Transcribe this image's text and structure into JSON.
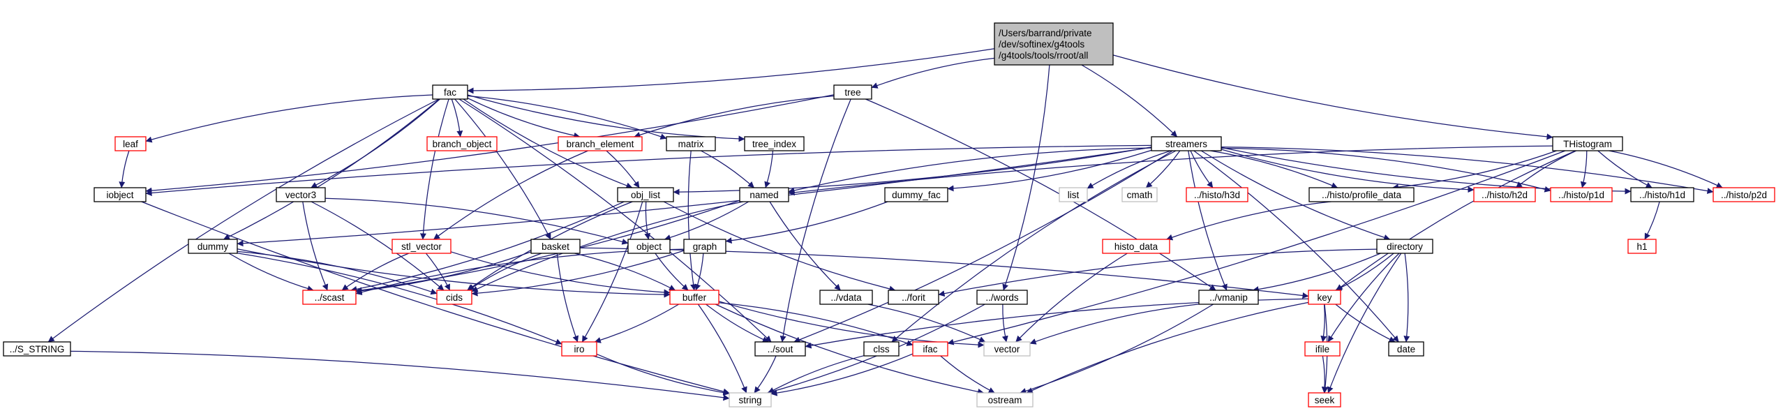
{
  "colors": {
    "edge": "#191970",
    "root_fill": "#bfbfbf",
    "documented": "#000000",
    "undocumented": "#ff0000",
    "external": "#bfbfbf"
  },
  "nodes": [
    {
      "id": "rootirall",
      "lines": [
        "/Users/barrand/private",
        "/dev/softinex/g4tools",
        "/g4tools/tools/rroot/all"
      ],
      "style": "root"
    },
    {
      "id": "fac",
      "lines": [
        "fac"
      ],
      "style": "documented"
    },
    {
      "id": "tree",
      "lines": [
        "tree"
      ],
      "style": "documented"
    },
    {
      "id": "streamers",
      "lines": [
        "streamers"
      ],
      "style": "documented"
    },
    {
      "id": "thistogram",
      "lines": [
        "THistogram"
      ],
      "style": "documented"
    },
    {
      "id": "leaf",
      "lines": [
        "leaf"
      ],
      "style": "undocumented"
    },
    {
      "id": "branch_object",
      "lines": [
        "branch_object"
      ],
      "style": "undocumented"
    },
    {
      "id": "branch_element",
      "lines": [
        "branch_element"
      ],
      "style": "undocumented"
    },
    {
      "id": "matrix",
      "lines": [
        "matrix"
      ],
      "style": "documented"
    },
    {
      "id": "tree_index",
      "lines": [
        "tree_index"
      ],
      "style": "documented"
    },
    {
      "id": "iobject",
      "lines": [
        "iobject"
      ],
      "style": "documented"
    },
    {
      "id": "vector3",
      "lines": [
        "vector3"
      ],
      "style": "documented"
    },
    {
      "id": "obj_list",
      "lines": [
        "obj_list"
      ],
      "style": "documented"
    },
    {
      "id": "named",
      "lines": [
        "named"
      ],
      "style": "documented"
    },
    {
      "id": "dummy_fac",
      "lines": [
        "dummy_fac"
      ],
      "style": "documented"
    },
    {
      "id": "list",
      "lines": [
        "list"
      ],
      "style": "external"
    },
    {
      "id": "cmath",
      "lines": [
        "cmath"
      ],
      "style": "external"
    },
    {
      "id": "h3d",
      "lines": [
        "../histo/h3d"
      ],
      "style": "undocumented"
    },
    {
      "id": "profile_data",
      "lines": [
        "../histo/profile_data"
      ],
      "style": "documented"
    },
    {
      "id": "h2d",
      "lines": [
        "../histo/h2d"
      ],
      "style": "undocumented"
    },
    {
      "id": "p1d",
      "lines": [
        "../histo/p1d"
      ],
      "style": "undocumented"
    },
    {
      "id": "h1d",
      "lines": [
        "../histo/h1d"
      ],
      "style": "documented"
    },
    {
      "id": "p2d",
      "lines": [
        "../histo/p2d"
      ],
      "style": "undocumented"
    },
    {
      "id": "dummy",
      "lines": [
        "dummy"
      ],
      "style": "documented"
    },
    {
      "id": "stl_vector",
      "lines": [
        "stl_vector"
      ],
      "style": "undocumented"
    },
    {
      "id": "basket",
      "lines": [
        "basket"
      ],
      "style": "documented"
    },
    {
      "id": "object",
      "lines": [
        "object"
      ],
      "style": "documented"
    },
    {
      "id": "graph",
      "lines": [
        "graph"
      ],
      "style": "documented"
    },
    {
      "id": "histo_data",
      "lines": [
        "histo_data"
      ],
      "style": "undocumented"
    },
    {
      "id": "directory",
      "lines": [
        "directory"
      ],
      "style": "documented"
    },
    {
      "id": "h1",
      "lines": [
        "h1"
      ],
      "style": "undocumented"
    },
    {
      "id": "scast",
      "lines": [
        "../scast"
      ],
      "style": "undocumented"
    },
    {
      "id": "cids",
      "lines": [
        "cids"
      ],
      "style": "undocumented"
    },
    {
      "id": "buffer",
      "lines": [
        "buffer"
      ],
      "style": "undocumented"
    },
    {
      "id": "vdata",
      "lines": [
        "../vdata"
      ],
      "style": "documented"
    },
    {
      "id": "forit",
      "lines": [
        "../forit"
      ],
      "style": "documented"
    },
    {
      "id": "words",
      "lines": [
        "../words"
      ],
      "style": "documented"
    },
    {
      "id": "vmanip",
      "lines": [
        "../vmanip"
      ],
      "style": "documented"
    },
    {
      "id": "key",
      "lines": [
        "key"
      ],
      "style": "undocumented"
    },
    {
      "id": "s_string",
      "lines": [
        "../S_STRING"
      ],
      "style": "documented"
    },
    {
      "id": "iro",
      "lines": [
        "iro"
      ],
      "style": "undocumented"
    },
    {
      "id": "sout",
      "lines": [
        "../sout"
      ],
      "style": "documented"
    },
    {
      "id": "clss",
      "lines": [
        "clss"
      ],
      "style": "documented"
    },
    {
      "id": "ifac",
      "lines": [
        "ifac"
      ],
      "style": "undocumented"
    },
    {
      "id": "vector",
      "lines": [
        "vector"
      ],
      "style": "external"
    },
    {
      "id": "ifile",
      "lines": [
        "ifile"
      ],
      "style": "undocumented"
    },
    {
      "id": "date",
      "lines": [
        "date"
      ],
      "style": "documented"
    },
    {
      "id": "string",
      "lines": [
        "string"
      ],
      "style": "external"
    },
    {
      "id": "ostream",
      "lines": [
        "ostream"
      ],
      "style": "external"
    },
    {
      "id": "seek",
      "lines": [
        "seek"
      ],
      "style": "undocumented"
    }
  ],
  "edges": [
    [
      "rootirall",
      "fac"
    ],
    [
      "rootirall",
      "tree"
    ],
    [
      "rootirall",
      "streamers"
    ],
    [
      "rootirall",
      "thistogram"
    ],
    [
      "rootirall",
      "words"
    ],
    [
      "fac",
      "leaf"
    ],
    [
      "fac",
      "branch_object"
    ],
    [
      "fac",
      "branch_element"
    ],
    [
      "fac",
      "matrix"
    ],
    [
      "fac",
      "tree_index"
    ],
    [
      "fac",
      "vector3"
    ],
    [
      "fac",
      "obj_list"
    ],
    [
      "fac",
      "dummy"
    ],
    [
      "fac",
      "stl_vector"
    ],
    [
      "fac",
      "basket"
    ],
    [
      "fac",
      "s_string"
    ],
    [
      "fac",
      "sout"
    ],
    [
      "tree",
      "branch_element"
    ],
    [
      "tree",
      "iobject"
    ],
    [
      "tree",
      "sout"
    ],
    [
      "tree",
      "vmanip"
    ],
    [
      "streamers",
      "iobject"
    ],
    [
      "streamers",
      "obj_list"
    ],
    [
      "streamers",
      "named"
    ],
    [
      "streamers",
      "dummy_fac"
    ],
    [
      "streamers",
      "list"
    ],
    [
      "streamers",
      "cmath"
    ],
    [
      "streamers",
      "h3d"
    ],
    [
      "streamers",
      "profile_data"
    ],
    [
      "streamers",
      "h2d"
    ],
    [
      "streamers",
      "p1d"
    ],
    [
      "streamers",
      "h1d"
    ],
    [
      "streamers",
      "p2d"
    ],
    [
      "streamers",
      "directory"
    ],
    [
      "streamers",
      "date"
    ],
    [
      "streamers",
      "vmanip"
    ],
    [
      "streamers",
      "sout"
    ],
    [
      "streamers",
      "clss"
    ],
    [
      "streamers",
      "dummy"
    ],
    [
      "thistogram",
      "named"
    ],
    [
      "thistogram",
      "profile_data"
    ],
    [
      "thistogram",
      "h2d"
    ],
    [
      "thistogram",
      "p1d"
    ],
    [
      "thistogram",
      "h1d"
    ],
    [
      "thistogram",
      "p2d"
    ],
    [
      "thistogram",
      "key"
    ],
    [
      "thistogram",
      "ifac"
    ],
    [
      "leaf",
      "iobject"
    ],
    [
      "branch_element",
      "obj_list"
    ],
    [
      "branch_element",
      "stl_vector"
    ],
    [
      "matrix",
      "named"
    ],
    [
      "matrix",
      "buffer"
    ],
    [
      "tree_index",
      "named"
    ],
    [
      "iobject",
      "string"
    ],
    [
      "vector3",
      "object"
    ],
    [
      "vector3",
      "scast"
    ],
    [
      "vector3",
      "cids"
    ],
    [
      "obj_list",
      "object"
    ],
    [
      "obj_list",
      "iro"
    ],
    [
      "obj_list",
      "forit"
    ],
    [
      "obj_list",
      "scast"
    ],
    [
      "obj_list",
      "cids"
    ],
    [
      "named",
      "object"
    ],
    [
      "named",
      "vdata"
    ],
    [
      "named",
      "scast"
    ],
    [
      "named",
      "cids"
    ],
    [
      "dummy_fac",
      "graph"
    ],
    [
      "profile_data",
      "histo_data"
    ],
    [
      "h1d",
      "h1"
    ],
    [
      "dummy",
      "scast"
    ],
    [
      "dummy",
      "cids"
    ],
    [
      "dummy",
      "buffer"
    ],
    [
      "dummy",
      "iro"
    ],
    [
      "stl_vector",
      "scast"
    ],
    [
      "stl_vector",
      "cids"
    ],
    [
      "stl_vector",
      "buffer"
    ],
    [
      "basket",
      "scast"
    ],
    [
      "basket",
      "cids"
    ],
    [
      "basket",
      "buffer"
    ],
    [
      "basket",
      "iro"
    ],
    [
      "basket",
      "key"
    ],
    [
      "object",
      "buffer"
    ],
    [
      "graph",
      "buffer"
    ],
    [
      "graph",
      "scast"
    ],
    [
      "graph",
      "cids"
    ],
    [
      "histo_data",
      "vector"
    ],
    [
      "directory",
      "key"
    ],
    [
      "directory",
      "forit"
    ],
    [
      "directory",
      "vmanip"
    ],
    [
      "directory",
      "ifile"
    ],
    [
      "directory",
      "date"
    ],
    [
      "directory",
      "seek"
    ],
    [
      "buffer",
      "iro"
    ],
    [
      "buffer",
      "sout"
    ],
    [
      "buffer",
      "ifac"
    ],
    [
      "buffer",
      "vector"
    ],
    [
      "buffer",
      "string"
    ],
    [
      "buffer",
      "ostream"
    ],
    [
      "vdata",
      "vector"
    ],
    [
      "words",
      "vector"
    ],
    [
      "words",
      "string"
    ],
    [
      "vmanip",
      "vector"
    ],
    [
      "vmanip",
      "ostream"
    ],
    [
      "key",
      "sout"
    ],
    [
      "key",
      "ifile"
    ],
    [
      "key",
      "date"
    ],
    [
      "key",
      "seek"
    ],
    [
      "key",
      "ostream"
    ],
    [
      "s_string",
      "string"
    ],
    [
      "iro",
      "string"
    ],
    [
      "sout",
      "string"
    ],
    [
      "clss",
      "string"
    ],
    [
      "ifac",
      "string"
    ],
    [
      "ifac",
      "ostream"
    ],
    [
      "ifile",
      "seek"
    ]
  ]
}
